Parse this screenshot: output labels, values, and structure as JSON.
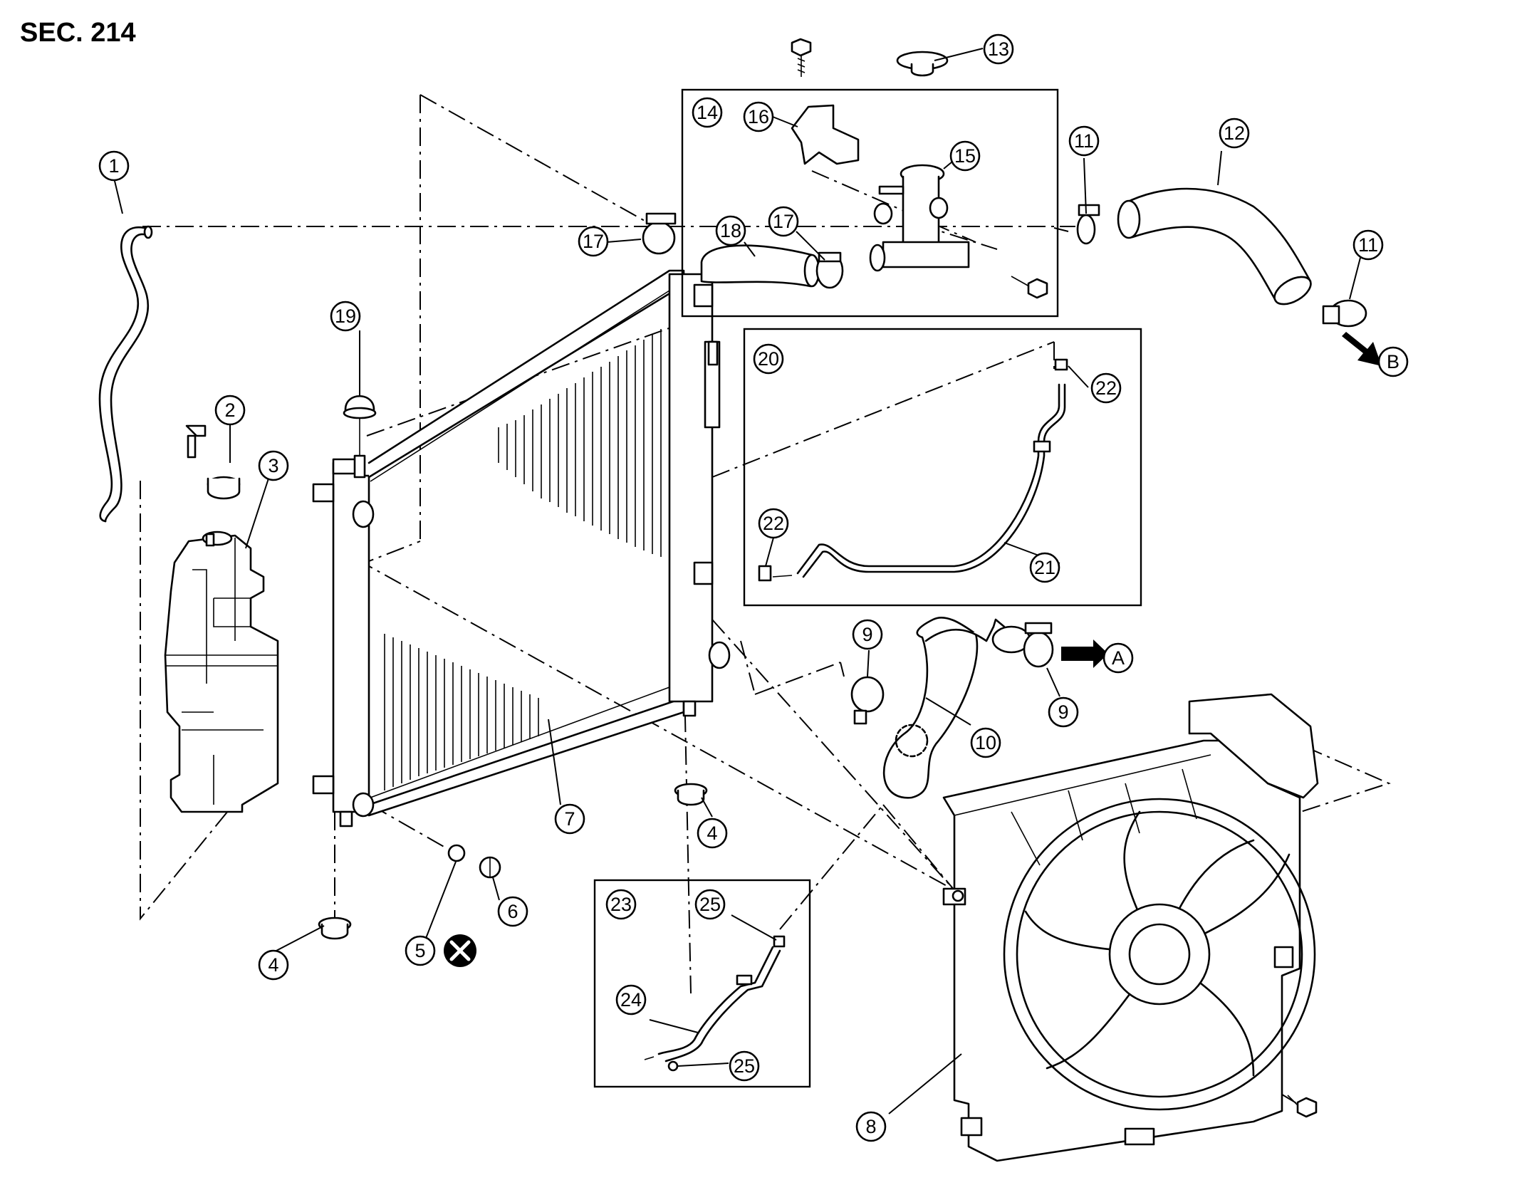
{
  "diagram": {
    "section_title": "SEC. 214",
    "callouts": [
      "1",
      "2",
      "3",
      "4",
      "5",
      "6",
      "7",
      "8",
      "9",
      "10",
      "11",
      "12",
      "13",
      "14",
      "15",
      "16",
      "17",
      "18",
      "19",
      "20",
      "21",
      "22",
      "23",
      "24",
      "25"
    ],
    "direction_labels": {
      "a": "A",
      "b": "B"
    },
    "symbols": {
      "do_not_reuse": "circled-x-icon"
    }
  }
}
